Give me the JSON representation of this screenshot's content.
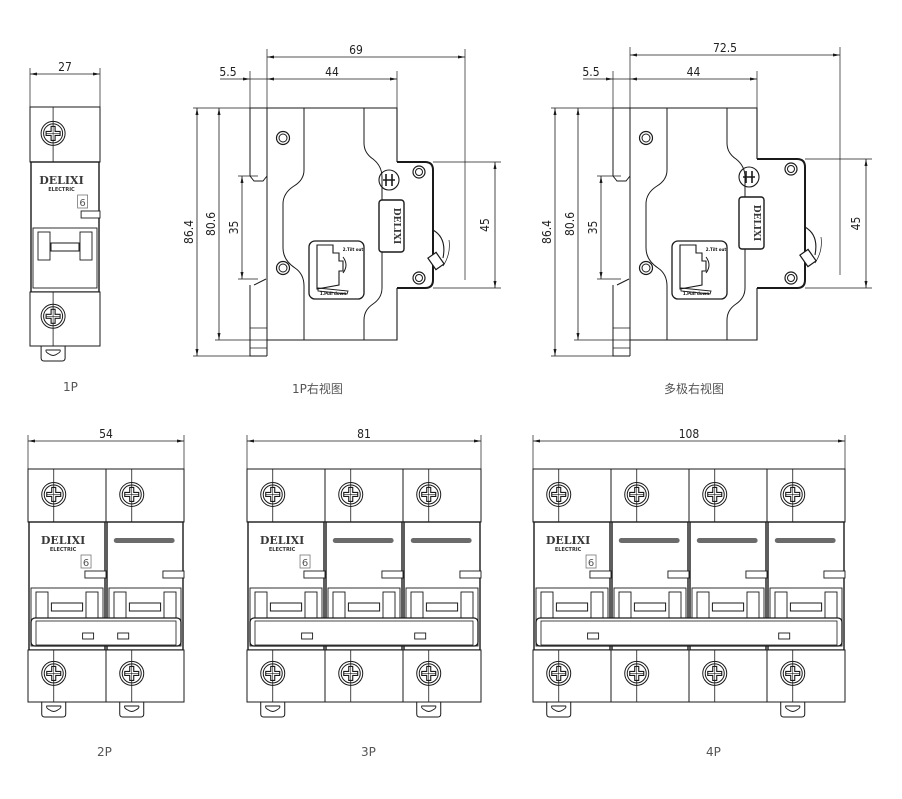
{
  "drawing": {
    "brand": "DELIXI",
    "brand_sub": "ELECTRIC",
    "rating_glyph": "6",
    "colors": {
      "line": "#1a1a1a",
      "label_bar": "#6b6b6b",
      "caption": "#555555"
    }
  },
  "views": {
    "front_1p": {
      "caption": "1P",
      "poles": 1,
      "dims": {
        "width": "27"
      }
    },
    "side_1p": {
      "caption": "1P右视图",
      "dims": {
        "total_depth": "69",
        "rail_offset": "5.5",
        "front_depth": "44",
        "height_overall": "86.4",
        "height_body": "80.6",
        "rail_height": "35",
        "front_height": "45"
      },
      "label_top": "2.Tilt out",
      "label_bottom": "1.Pull down"
    },
    "side_multi": {
      "caption": "多极右视图",
      "dims": {
        "total_depth": "72.5",
        "rail_offset": "5.5",
        "front_depth": "44",
        "height_overall": "86.4",
        "height_body": "80.6",
        "rail_height": "35",
        "front_height": "45"
      },
      "label_top": "2.Tilt out",
      "label_bottom": "1.Pull down"
    },
    "front_2p": {
      "caption": "2P",
      "poles": 2,
      "dims": {
        "width": "54"
      }
    },
    "front_3p": {
      "caption": "3P",
      "poles": 3,
      "dims": {
        "width": "81"
      }
    },
    "front_4p": {
      "caption": "4P",
      "poles": 4,
      "dims": {
        "width": "108"
      }
    }
  }
}
